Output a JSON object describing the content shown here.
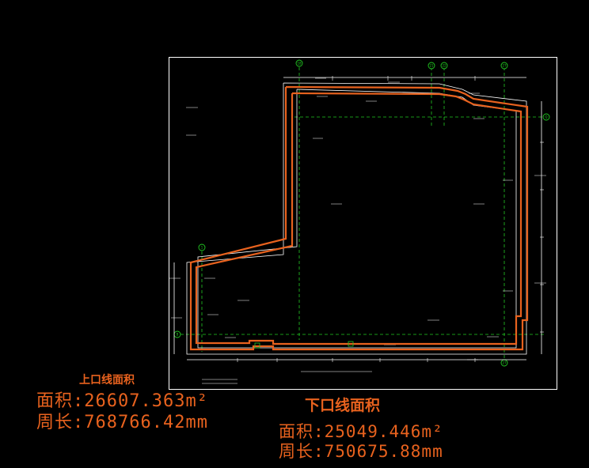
{
  "drawing": {
    "axes": [
      "18",
      "21",
      "22",
      "27",
      "1",
      "Q",
      "B"
    ]
  },
  "upper_contour": {
    "title": "上口线面积",
    "area": "面积:26607.363m²",
    "perimeter": "周长:768766.42mm"
  },
  "lower_contour": {
    "title": "下口线面积",
    "area": "面积:25049.446m²",
    "perimeter": "周长:750675.88mm"
  },
  "colors": {
    "background": "#000000",
    "frame": "#ffffff",
    "contour": "#e8621e",
    "axis": "#22c922"
  }
}
